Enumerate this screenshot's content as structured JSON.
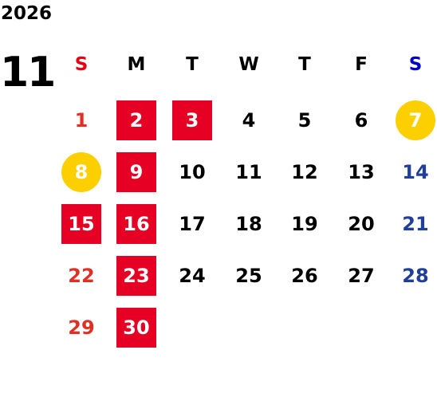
{
  "calendar": {
    "year": "2026",
    "month": "11",
    "weekdays": [
      {
        "label": "S",
        "color": "#e60012"
      },
      {
        "label": "M",
        "color": "#000000"
      },
      {
        "label": "T",
        "color": "#000000"
      },
      {
        "label": "W",
        "color": "#000000"
      },
      {
        "label": "T",
        "color": "#000000"
      },
      {
        "label": "F",
        "color": "#000000"
      },
      {
        "label": "S",
        "color": "#0000cc"
      }
    ],
    "colors": {
      "sunday": "#e03024",
      "saturday": "#1f3f9a",
      "holiday_box": "#e60023",
      "highlight_circle": "#fcd000",
      "weekday_text": "#000000",
      "white": "#ffffff"
    },
    "days": [
      {
        "day": "1",
        "col": 0,
        "row": 0,
        "style": "sunday"
      },
      {
        "day": "2",
        "col": 1,
        "row": 0,
        "style": "holiday"
      },
      {
        "day": "3",
        "col": 2,
        "row": 0,
        "style": "holiday"
      },
      {
        "day": "4",
        "col": 3,
        "row": 0,
        "style": "weekday"
      },
      {
        "day": "5",
        "col": 4,
        "row": 0,
        "style": "weekday"
      },
      {
        "day": "6",
        "col": 5,
        "row": 0,
        "style": "weekday"
      },
      {
        "day": "7",
        "col": 6,
        "row": 0,
        "style": "circle"
      },
      {
        "day": "8",
        "col": 0,
        "row": 1,
        "style": "circle"
      },
      {
        "day": "9",
        "col": 1,
        "row": 1,
        "style": "holiday"
      },
      {
        "day": "10",
        "col": 2,
        "row": 1,
        "style": "weekday"
      },
      {
        "day": "11",
        "col": 3,
        "row": 1,
        "style": "weekday"
      },
      {
        "day": "12",
        "col": 4,
        "row": 1,
        "style": "weekday"
      },
      {
        "day": "13",
        "col": 5,
        "row": 1,
        "style": "weekday"
      },
      {
        "day": "14",
        "col": 6,
        "row": 1,
        "style": "saturday"
      },
      {
        "day": "15",
        "col": 0,
        "row": 2,
        "style": "holiday"
      },
      {
        "day": "16",
        "col": 1,
        "row": 2,
        "style": "holiday"
      },
      {
        "day": "17",
        "col": 2,
        "row": 2,
        "style": "weekday"
      },
      {
        "day": "18",
        "col": 3,
        "row": 2,
        "style": "weekday"
      },
      {
        "day": "19",
        "col": 4,
        "row": 2,
        "style": "weekday"
      },
      {
        "day": "20",
        "col": 5,
        "row": 2,
        "style": "weekday"
      },
      {
        "day": "21",
        "col": 6,
        "row": 2,
        "style": "saturday"
      },
      {
        "day": "22",
        "col": 0,
        "row": 3,
        "style": "sunday"
      },
      {
        "day": "23",
        "col": 1,
        "row": 3,
        "style": "holiday"
      },
      {
        "day": "24",
        "col": 2,
        "row": 3,
        "style": "weekday"
      },
      {
        "day": "25",
        "col": 3,
        "row": 3,
        "style": "weekday"
      },
      {
        "day": "26",
        "col": 4,
        "row": 3,
        "style": "weekday"
      },
      {
        "day": "27",
        "col": 5,
        "row": 3,
        "style": "weekday"
      },
      {
        "day": "28",
        "col": 6,
        "row": 3,
        "style": "saturday"
      },
      {
        "day": "29",
        "col": 0,
        "row": 4,
        "style": "sunday"
      },
      {
        "day": "30",
        "col": 1,
        "row": 4,
        "style": "holiday"
      }
    ]
  }
}
